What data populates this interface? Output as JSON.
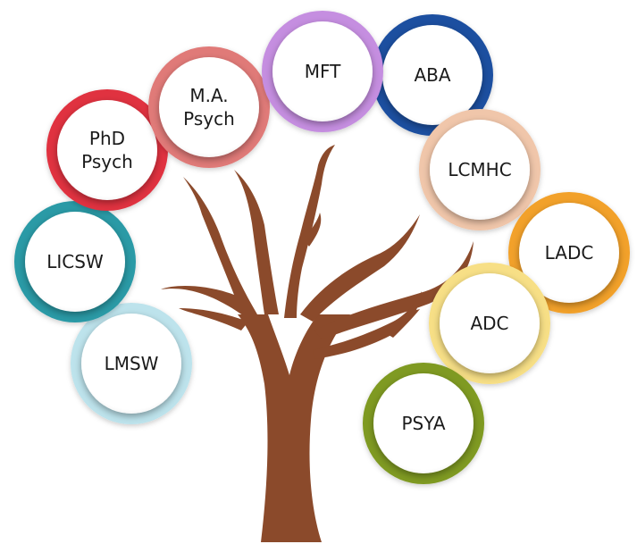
{
  "nodes": [
    {
      "id": "phd-psych",
      "lines": [
        "PhD",
        "Psych"
      ],
      "ring_color": "#e0303f"
    },
    {
      "id": "ma-psych",
      "lines": [
        "M.A.",
        "Psych"
      ],
      "ring_color": "#e07a78"
    },
    {
      "id": "mft",
      "lines": [
        "MFT"
      ],
      "ring_color": "#c58ee0"
    },
    {
      "id": "aba",
      "lines": [
        "ABA"
      ],
      "ring_color": "#1f4fa0"
    },
    {
      "id": "lcmhc",
      "lines": [
        "LCMHC"
      ],
      "ring_color": "#f0c6aa"
    },
    {
      "id": "ladc",
      "lines": [
        "LADC"
      ],
      "ring_color": "#f2a12a"
    },
    {
      "id": "adc",
      "lines": [
        "ADC"
      ],
      "ring_color": "#f7df86"
    },
    {
      "id": "psya",
      "lines": [
        "PSYA"
      ],
      "ring_color": "#7f9a22"
    },
    {
      "id": "licsw",
      "lines": [
        "LICSW"
      ],
      "ring_color": "#2a9aa6"
    },
    {
      "id": "lmsw",
      "lines": [
        "LMSW"
      ],
      "ring_color": "#bde3ec"
    }
  ],
  "colors": {
    "trunk": "#8b4a2b",
    "background": "#ffffff",
    "inner_circle": "#ffffff"
  }
}
